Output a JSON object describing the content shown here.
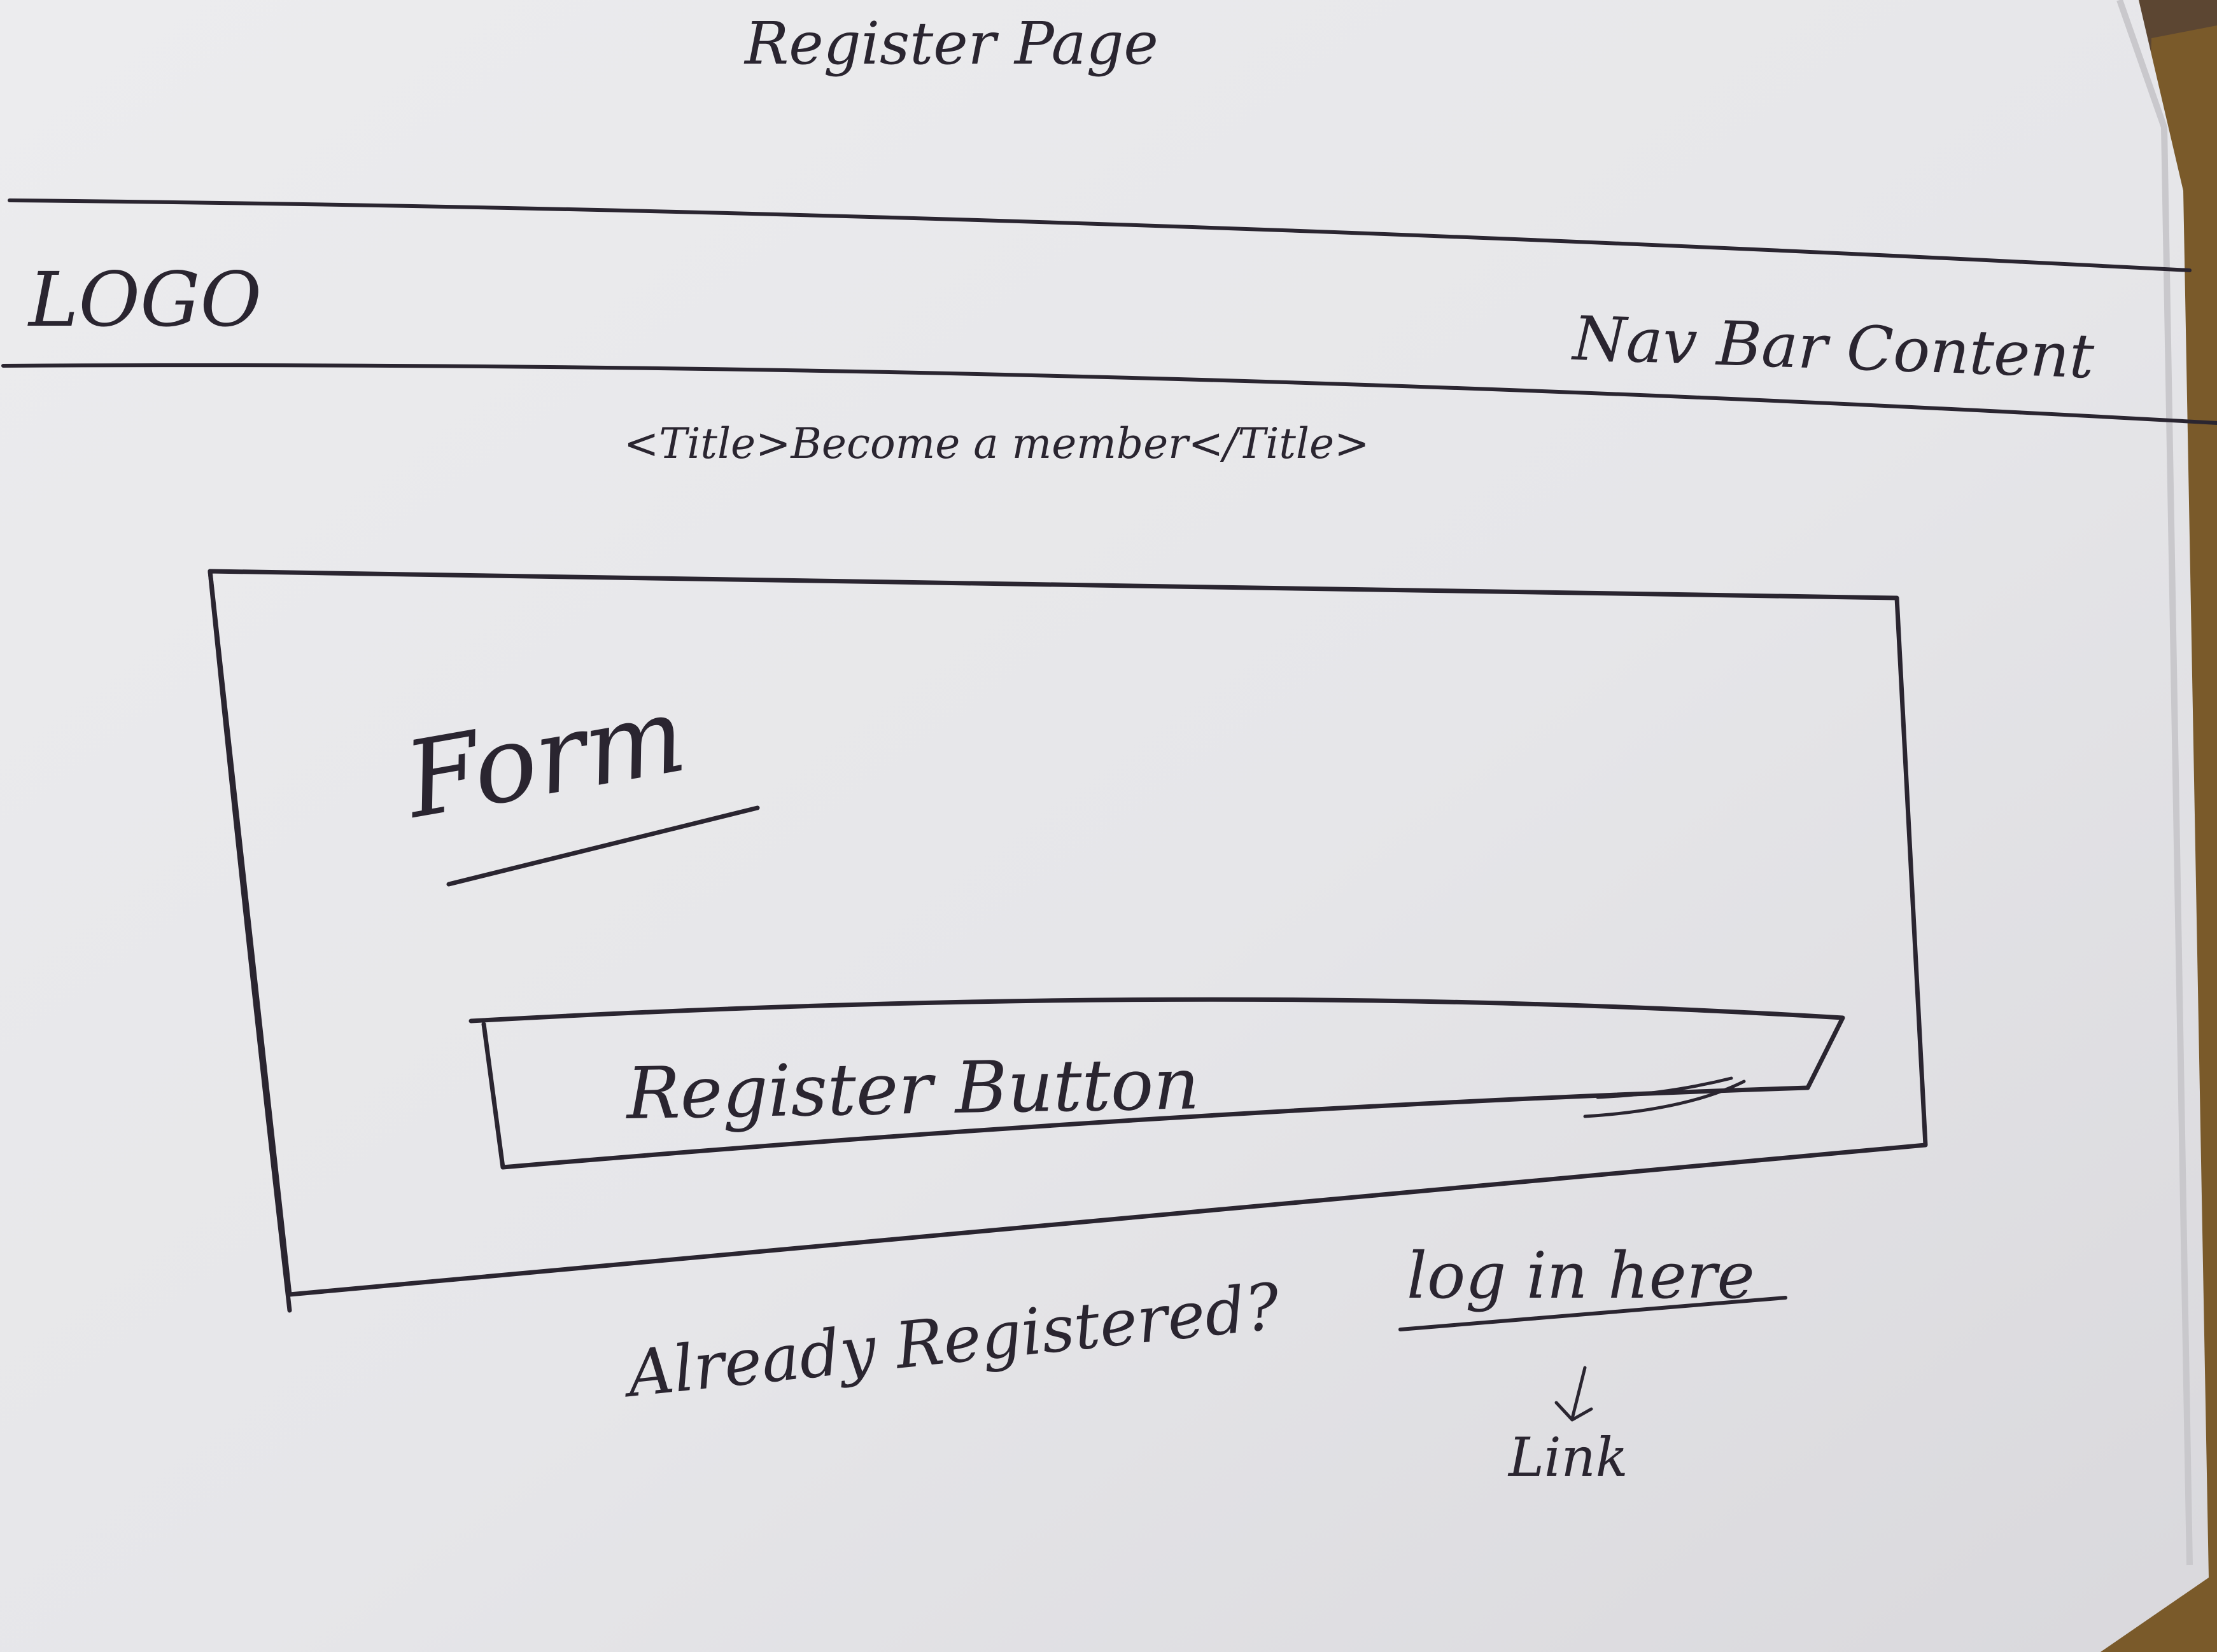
{
  "sketch": {
    "page_heading": "Register Page",
    "logo_label": "LOGO",
    "nav_label": "Nav Bar Content",
    "title_label": "<Title>Become a member</Title>",
    "form_label": "Form",
    "button_label": "Register Button",
    "prompt_label": "Already Registered?",
    "login_link_label": "log in here",
    "link_annotation": "Link"
  },
  "colors": {
    "ink": "#2a2530",
    "paper": "#e8e8ea",
    "background": "#5a4a3a"
  }
}
